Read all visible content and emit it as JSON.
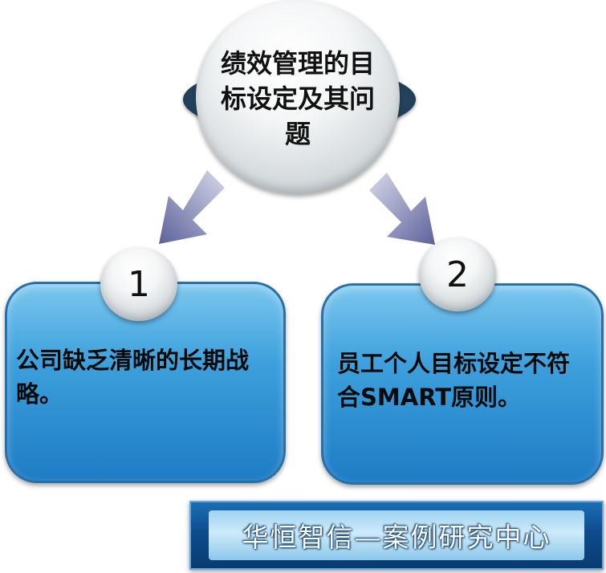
{
  "center": {
    "title": "绩效管理的目标设定及其问题"
  },
  "items": [
    {
      "number": "1",
      "text": "公司缺乏清晰的长期战略。"
    },
    {
      "number": "2",
      "text": "员工个人目标设定不符合SMART原则。"
    }
  ],
  "banner": {
    "text": "华恒智信—案例研究中心"
  },
  "colors": {
    "box_blue": "#3da0dc",
    "box_border": "#2b6fa8",
    "arrow_purple": "#6f73a8",
    "banner_blue": "#0d4c8c"
  }
}
